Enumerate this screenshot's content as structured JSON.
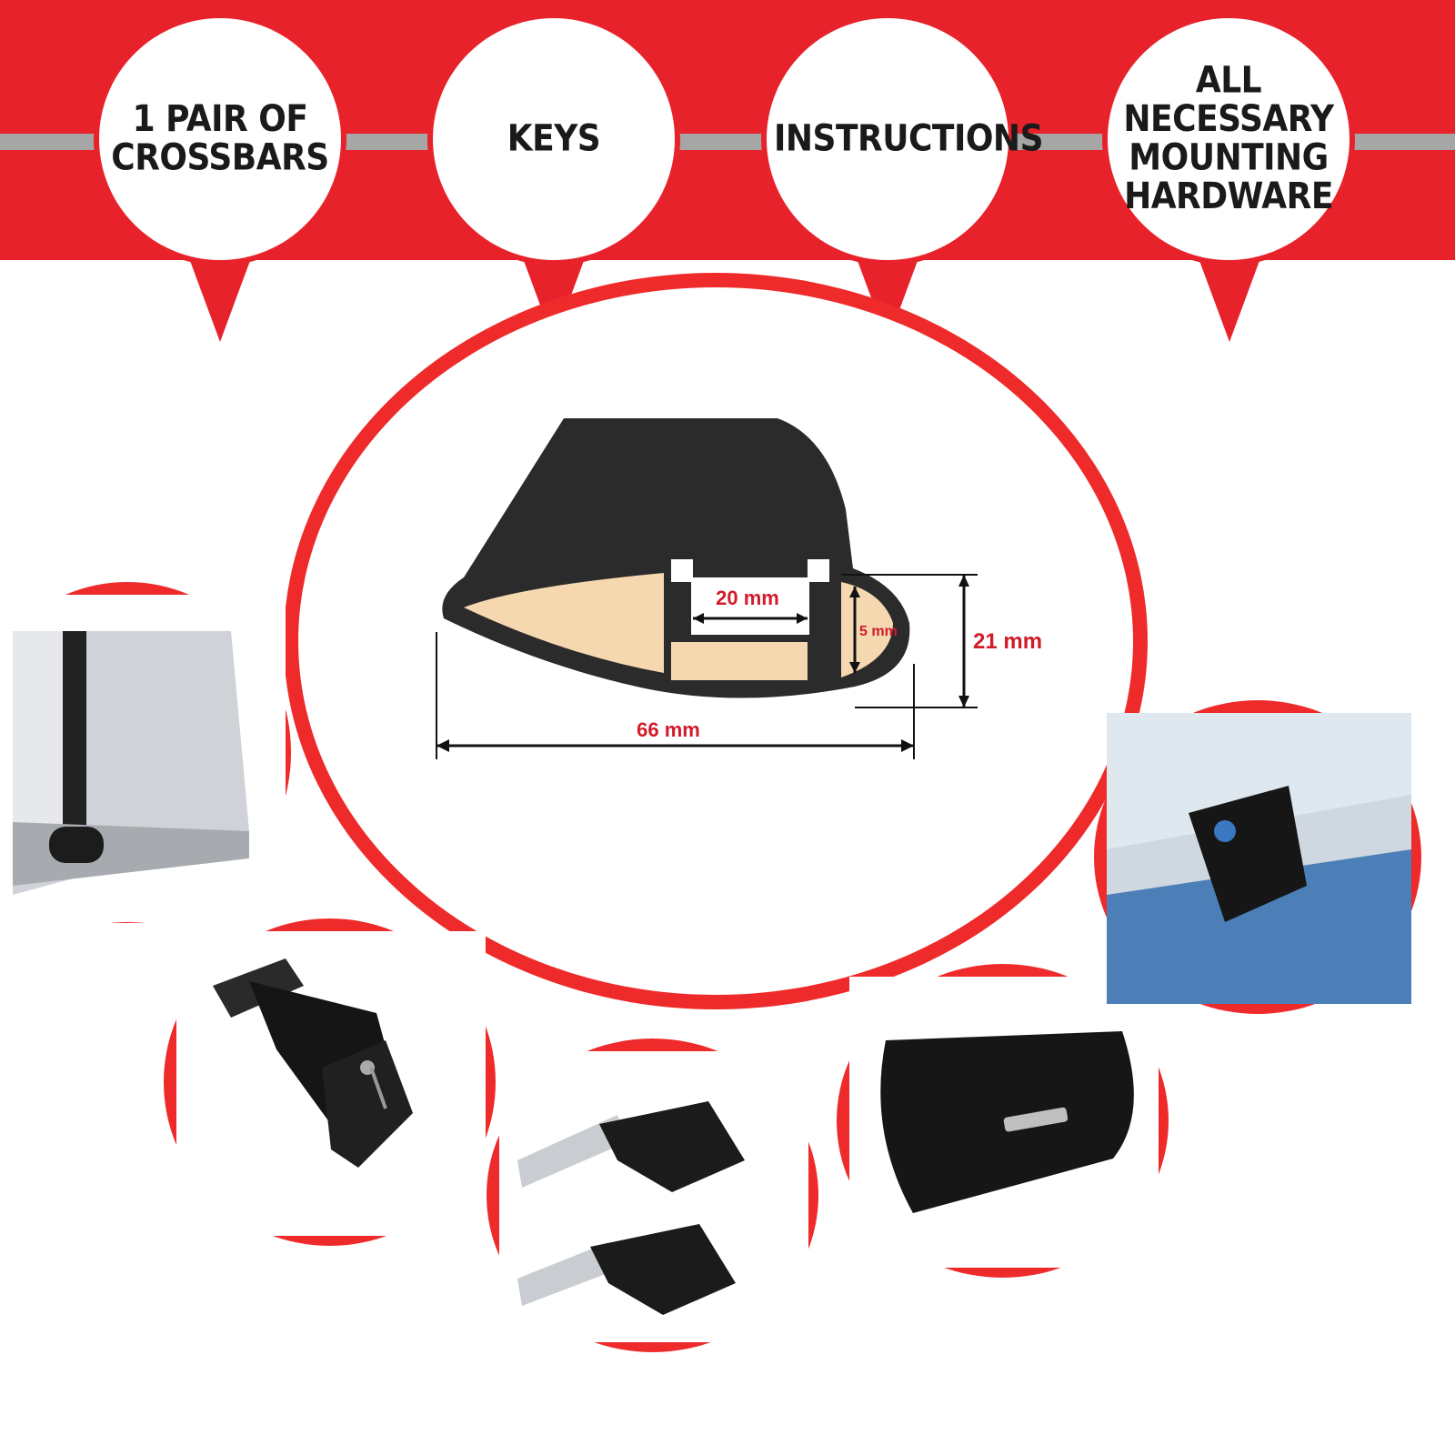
{
  "badges": [
    {
      "label": "1 PAIR OF\nCROSSBARS"
    },
    {
      "label": "KEYS"
    },
    {
      "label": "INSTRUCTIONS"
    },
    {
      "label": "ALL\nNECESSARY\nMOUNTING\nHARDWARE"
    }
  ],
  "profile": {
    "slot_width": "20 mm",
    "slot_depth": "5 mm",
    "height": "21 mm",
    "width": "66 mm"
  },
  "colors": {
    "banner_red": "#e8222a",
    "ring_red": "#ef2a2a",
    "dimension_text": "#d11a2a",
    "profile_fill": "#2b2b2b",
    "profile_core": "#f5d8b0"
  }
}
